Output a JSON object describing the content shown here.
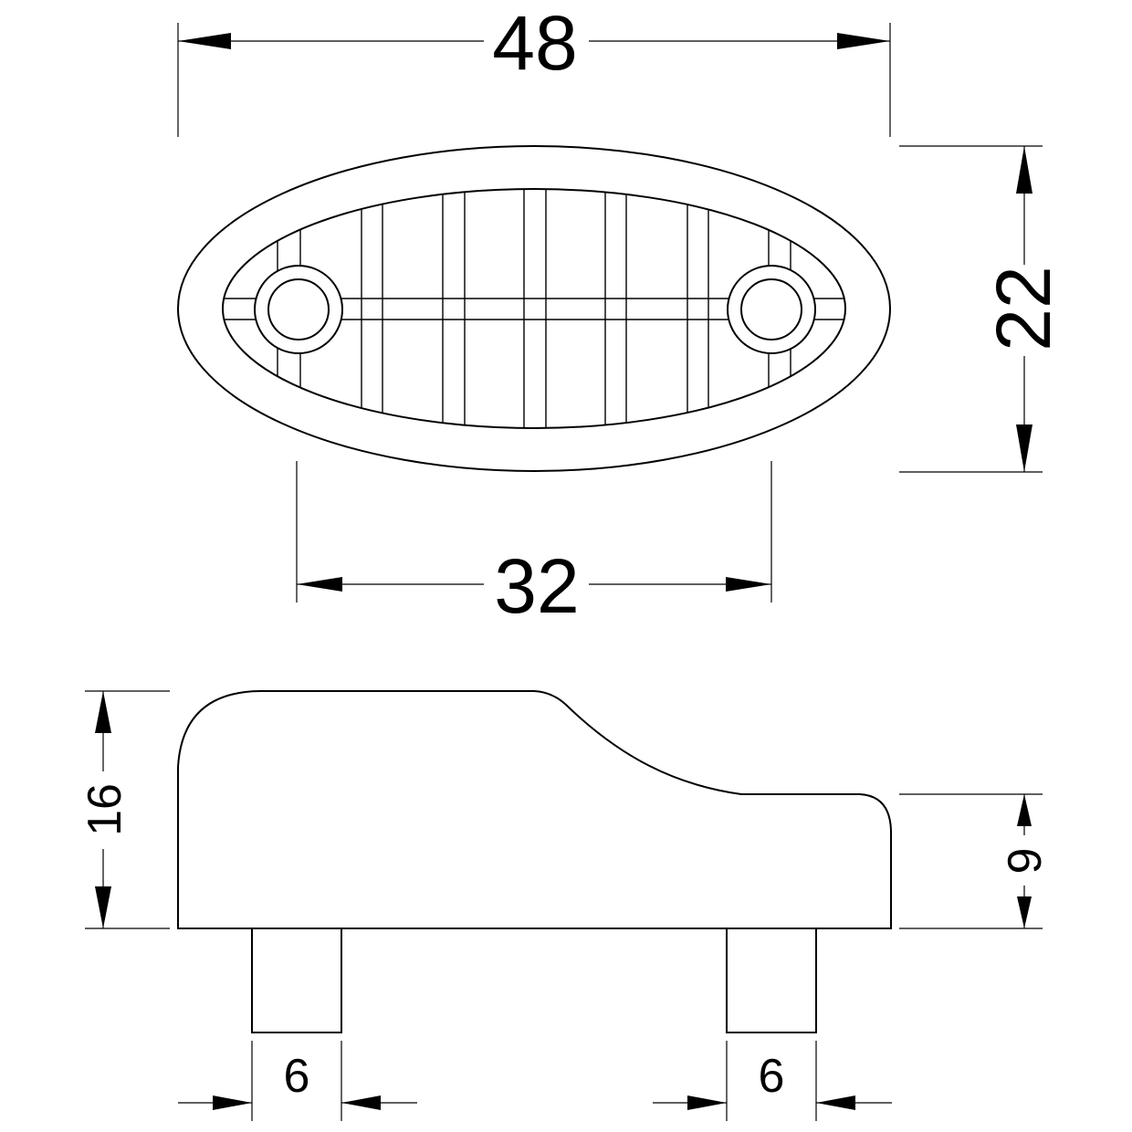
{
  "dimensions": {
    "overall_length": "48",
    "overall_width": "22",
    "hole_spacing": "32",
    "total_height": "16",
    "tail_height": "9",
    "left_pin_width": "6",
    "right_pin_width": "6"
  }
}
